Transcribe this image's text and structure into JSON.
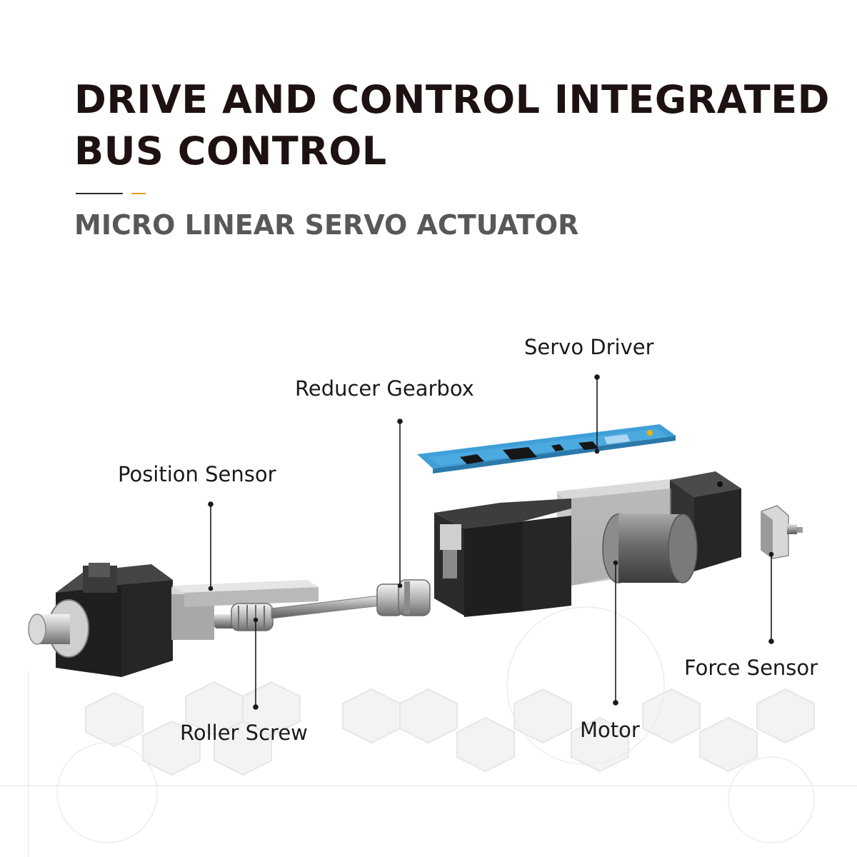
{
  "header": {
    "title_line1": "DRIVE AND CONTROL INTEGRATED",
    "title_line2": "BUS CONTROL",
    "subtitle": "MICRO LINEAR SERVO ACTUATOR",
    "accent_color": "#e89a26"
  },
  "callouts": {
    "servo_driver": "Servo Driver",
    "reducer_gearbox": "Reducer Gearbox",
    "position_sensor": "Position Sensor",
    "roller_screw": "Roller Screw",
    "motor": "Motor",
    "force_sensor": "Force Sensor"
  },
  "colors": {
    "housing": "#2a2a2a",
    "circuit_board": "#4aa8e0",
    "leader_line": "#1a1a1a"
  }
}
